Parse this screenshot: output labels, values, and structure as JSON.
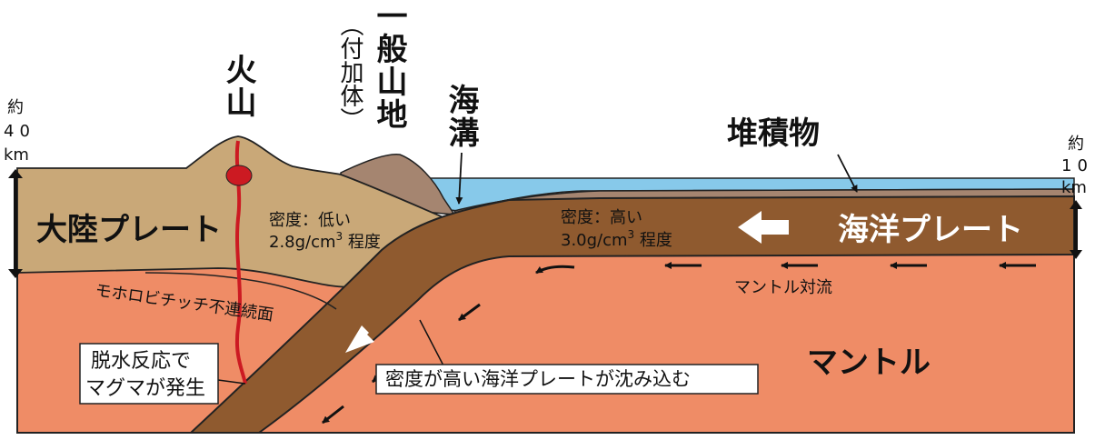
{
  "labels": {
    "volcano": "火山",
    "mountain_main": "一般山地",
    "mountain_sub": "（付加体）",
    "trench": "海溝",
    "sediment": "堆積物",
    "continental_plate": "大陸プレート",
    "oceanic_plate": "海洋プレート",
    "mantle": "マントル",
    "mantle_convection": "マントル対流",
    "moho": "モホロビチッチ不連続面",
    "magma_line1": "脱水反応で",
    "magma_line2": "マグマが発生",
    "subduction": "密度が高い海洋プレートが沈み込む",
    "continental_density_1": "密度：低い",
    "continental_density_2_value": "2.8g/cm",
    "continental_density_2_sup": "3",
    "continental_density_2_suffix": " 程度",
    "oceanic_density_1": "密度：高い",
    "oceanic_density_2_value": "3.0g/cm",
    "oceanic_density_2_sup": "3",
    "oceanic_density_2_suffix": " 程度"
  },
  "thickness": {
    "left_about": "約",
    "left_value": "40",
    "left_unit": "km",
    "right_about": "約",
    "right_value": "10",
    "right_unit": "km"
  },
  "colors": {
    "mantle": "#ef8c66",
    "continental_crust": "#c9a878",
    "oceanic_plate": "#8f5a2f",
    "sediment_mountain": "#a58570",
    "ocean": "#87c9ea",
    "magma": "#cc1a22"
  }
}
